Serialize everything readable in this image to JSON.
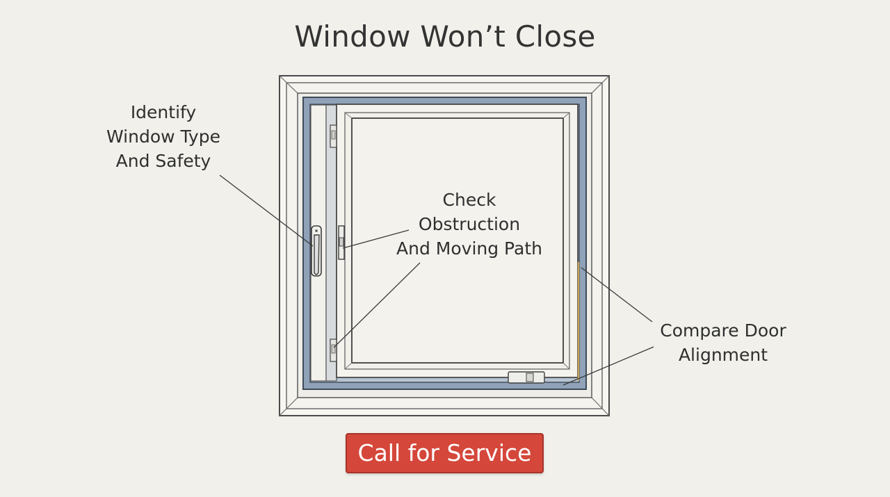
{
  "title": "Window Won’t Close",
  "callouts": {
    "identify": {
      "lines": [
        "Identify",
        "Window Type",
        "And Safety"
      ]
    },
    "check": {
      "lines": [
        "Check",
        "Obstruction",
        "And Moving Path"
      ]
    },
    "compare": {
      "lines": [
        "Compare Door",
        "Alignment"
      ]
    }
  },
  "button": {
    "label": "Call for Service"
  },
  "colors": {
    "background": "#f1f0ea",
    "frame_blue": "#8fa2b8",
    "button_red": "#d4473a",
    "gap_highlight": "#c7a35a"
  }
}
